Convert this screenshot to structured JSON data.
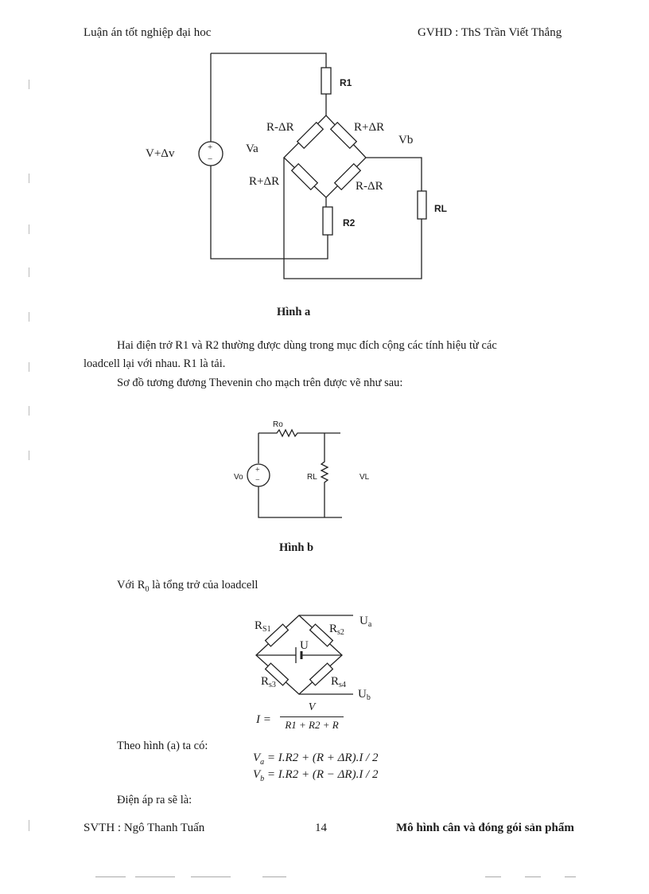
{
  "header": {
    "left": "Luận án tốt nghiệp đại hoc",
    "right": "GVHD : ThS Trần Viết Thắng"
  },
  "figure_a": {
    "source_label": "V+Δv",
    "r1": "R1",
    "r2": "R2",
    "rl": "RL",
    "va": "Va",
    "vb": "Vb",
    "arm_top_left": "R-ΔR",
    "arm_top_right": "R+ΔR",
    "arm_bottom_left": "R+ΔR",
    "arm_bottom_right": "R-ΔR",
    "caption": "Hình a"
  },
  "paragraphs": {
    "p1_line1": "Hai điện trở R1 và R2 thường được dùng trong mục đích cộng các tính hiệu từ các",
    "p1_line2": "loadcell lại với nhau. R1 là tải.",
    "p2": "Sơ đồ tương đương Thevenin cho mạch trên được vẽ như sau:"
  },
  "figure_b": {
    "ro": "Ro",
    "vo": "Vo",
    "rl": "RL",
    "vl": "VL",
    "caption": "Hình b"
  },
  "note_r0": {
    "prefix": "Với R",
    "sub": "0",
    "suffix": " là tổng trở của loadcell"
  },
  "figure_c": {
    "rs1_main": "R",
    "rs1_sub": "S1",
    "rs2_main": "R",
    "rs2_sub": "s2",
    "rs3_main": "R",
    "rs3_sub": "s3",
    "rs4_main": "R",
    "rs4_sub": "s4",
    "u": "U",
    "ua_main": "U",
    "ua_sub": "a",
    "ub_main": "U",
    "ub_sub": "b"
  },
  "formula_i": {
    "lhs": "I =",
    "numerator": "V",
    "denominator": "R1 + R2 + R"
  },
  "theo_hinh": "Theo hình (a) ta có:",
  "eq_va": "= I.R2 + (R + ΔR).I / 2",
  "eq_va_lhs": "V",
  "eq_va_sub": "a",
  "eq_vb": "= I.R2 + (R − ΔR).I / 2",
  "eq_vb_lhs": "V",
  "eq_vb_sub": "b",
  "dien_ap": "Điện áp ra sẽ là:",
  "footer": {
    "left": "SVTH : Ngô Thanh Tuấn",
    "page": "14",
    "right": "Mô hình cân và đóng gói sản phẩm"
  }
}
